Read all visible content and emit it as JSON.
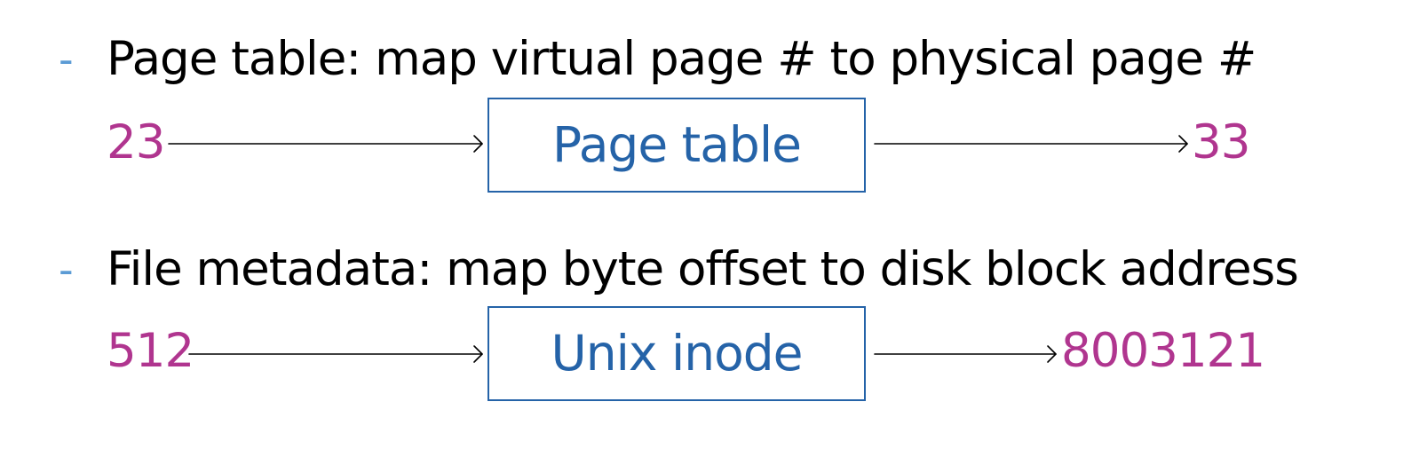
{
  "bullet_symbol": "-",
  "rows": [
    {
      "heading": "Page table: map virtual page # to physical page #",
      "input": "23",
      "box_label": "Page table",
      "output": "33"
    },
    {
      "heading": "File metadata: map byte offset to disk block address",
      "input": "512",
      "box_label": "Unix inode",
      "output": "8003121"
    }
  ],
  "colors": {
    "bullet": "#5b9bd5",
    "number": "#b0358f",
    "box": "#2563a8",
    "text": "#000000",
    "arrow": "#000000"
  }
}
